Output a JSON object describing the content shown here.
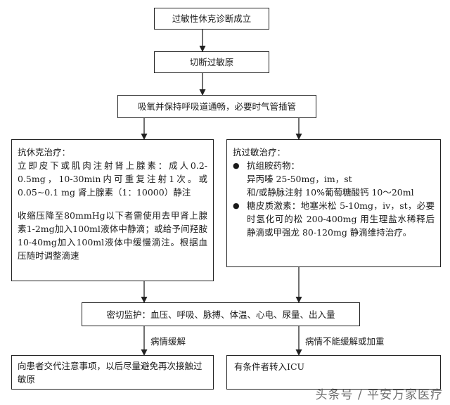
{
  "nodes": {
    "diagnosis": "过敏性休克诊断成立",
    "cut_allergen": "切断过敏原",
    "oxygen": "吸氧并保持呼吸道通畅，必要时气管插管",
    "anti_shock": {
      "title": "抗休克治疗：",
      "paragraph1": "立即皮下或肌肉注射肾上腺素：成人0.2-0.5mg，10-30min内可重复注射1次。或0.05~0.1 mg 肾上腺素（1：10000）静注",
      "paragraph2": "收缩压降至80mmHg以下者需使用去甲肾上腺素1-2mg加入100ml液体中静滴；或给予间羟胺10-40mg加入100ml液体中缓慢滴注。根据血压随时调整滴速"
    },
    "anti_allergy": {
      "title": "抗过敏治疗：",
      "bullet1_title": "抗组胺药物：",
      "bullet1_line1": "异丙嗪 25-50mg，im，st",
      "bullet1_line2": "和/或静脉注射 10%葡萄糖酸钙 10～20ml",
      "bullet2": "糖皮质激素：地塞米松 5-10mg，iv，st，必要时氢化可的松 200-400mg 用生理盐水稀释后静滴或甲强龙 80-120mg 静滴维持治疗。"
    },
    "monitor": "密切监护：血压、呼吸、脉搏、体温、心电、尿量、出入量",
    "advise": "向患者交代注意事项，以后尽量避免再次接触过敏原",
    "icu": "有条件者转入ICU"
  },
  "edge_labels": {
    "relieved": "病情缓解",
    "not_relieved": "病情不能缓解或加重"
  },
  "bullet_symbol": "●",
  "watermark": "头条号 / 平安万家医疗"
}
